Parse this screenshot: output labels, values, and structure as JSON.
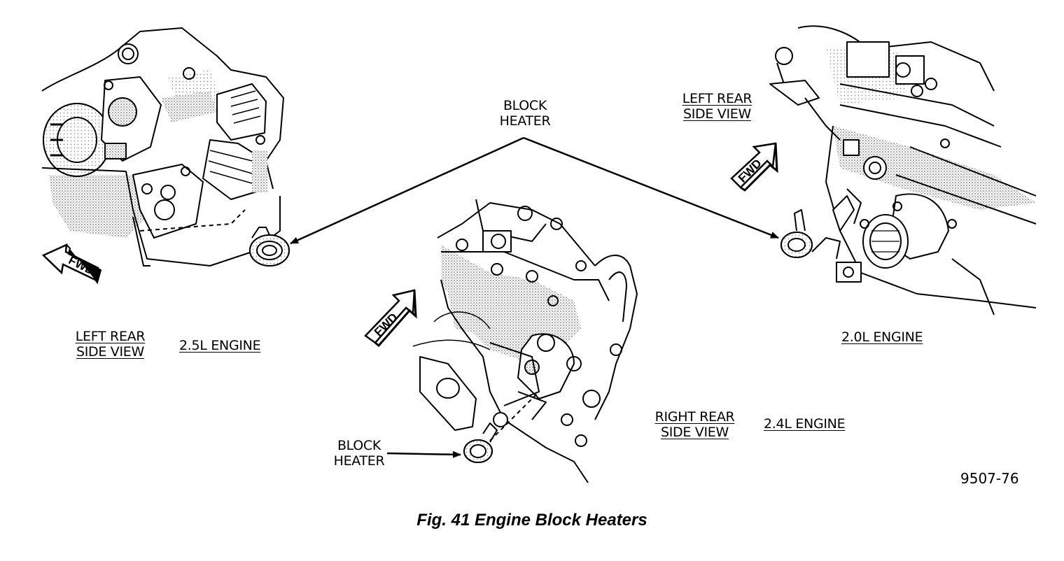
{
  "labels": {
    "block_heater_top": [
      "BLOCK",
      "HEATER"
    ],
    "block_heater_bottom": [
      "BLOCK",
      "HEATER"
    ],
    "left_view_25": [
      "LEFT REAR",
      "SIDE VIEW"
    ],
    "engine_25": "2.5L ENGINE",
    "left_view_20": [
      "LEFT REAR",
      "SIDE VIEW"
    ],
    "engine_20": "2.0L ENGINE",
    "right_view_24": [
      "RIGHT REAR",
      "SIDE VIEW"
    ],
    "engine_24": "2.4L ENGINE",
    "fwd": "FWD"
  },
  "figure_number": "9507-76",
  "caption": "Fig. 41 Engine Block Heaters"
}
